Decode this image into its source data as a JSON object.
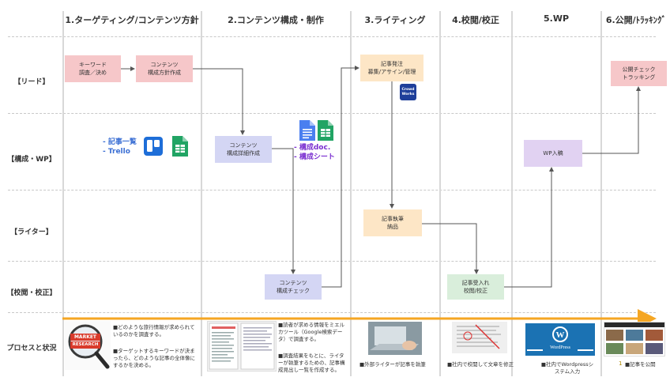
{
  "columns": [
    "1.ターゲティング/コンテンツ方針",
    "2.コンテンツ構成・制作",
    "3.ライティング",
    "4.校閲/校正",
    "5.WP",
    "6.公開/ﾄﾗｯｷﾝｸﾞ"
  ],
  "lanes": [
    "【リード】",
    "【構成・WP】",
    "【ライター】",
    "【校閲・校正】",
    "プロセスと状況"
  ],
  "boxes": {
    "keyword": [
      "キーワード",
      "調査／決め"
    ],
    "policy": [
      "コンテンツ",
      "構成方針作成"
    ],
    "detail": [
      "コンテンツ",
      "構成詳細作成"
    ],
    "check": [
      "コンテンツ",
      "構成チェック"
    ],
    "order": [
      "記事発注",
      "募集/アサイン/管理"
    ],
    "write": [
      "記事執筆",
      "納品"
    ],
    "receive": [
      "記事受入れ",
      "校閲/校正"
    ],
    "wp": [
      "WP入稿"
    ],
    "publish": [
      "公開チェック",
      "トラッキング"
    ]
  },
  "notes": {
    "lead_tools": [
      "- 記事一覧",
      "- Trello"
    ],
    "struct_tools": [
      "- 構成doc.",
      "- 構成シート"
    ]
  },
  "icons": {
    "crowdworks": [
      "Crowd",
      "Works"
    ],
    "market_research": [
      "MARKET",
      "RESEARCH"
    ],
    "wordpress": "WordPress"
  },
  "process_text": {
    "c1a": "■どのような旅行情報が求められているのかを調査する。",
    "c1b": "■ターゲットするキーワードが決まったら、どのような記事の全体像にするかを決める。",
    "c2a": "■読者が求める情報をミエルカツール（Google検索データ）で調査する。",
    "c2b": "■調査結果をもとに、ライターが執筆するための、記事構成見出し一覧を作成する。",
    "c3": "■外部ライターが記事を執筆",
    "c4": "■社内で校閲して文章を修正",
    "c5": "■社内でWordpressシステム入力",
    "c6": "■記事を公開",
    "c6_marker": "1"
  },
  "colors": {
    "pink": "#f6c7c9",
    "lavender": "#d4d6f4",
    "peach": "#fde6c6",
    "purple": "#e1d2f2",
    "green": "#d9eedb",
    "timeline": "#f5a623"
  }
}
